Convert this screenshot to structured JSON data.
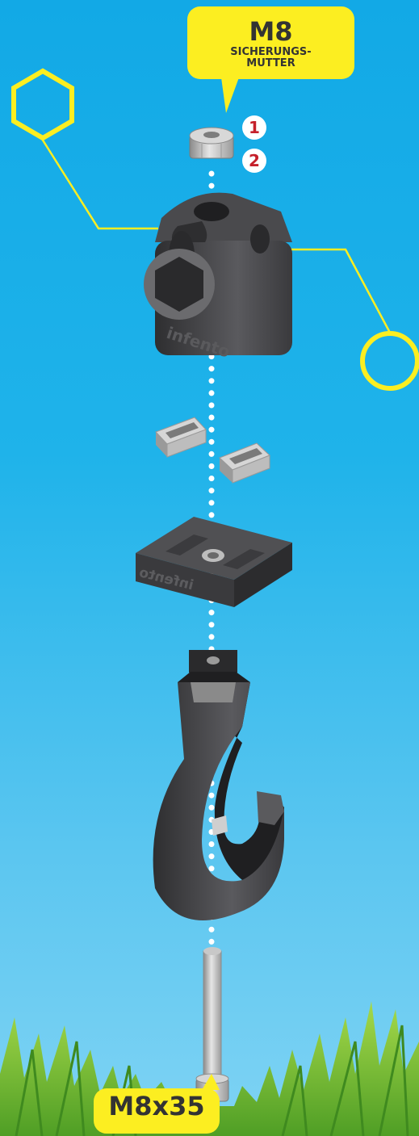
{
  "nut_callout": {
    "size": "M8",
    "label_line1": "SICHERUNGS-",
    "label_line2": "MUTTER"
  },
  "steps": [
    "1",
    "2"
  ],
  "bolt_callout": {
    "size": "M8x35"
  },
  "embossed_brand": "infento",
  "colors": {
    "sky_top": "#12a9e6",
    "sky_bottom": "#7fd3f4",
    "callout_yellow": "#fcee21",
    "step_red": "#c5202b",
    "part_dark": "#3a3a3d",
    "grass": "#6fbe2f"
  },
  "icons": [
    "hexagon-outline-icon",
    "circle-outline-icon"
  ]
}
